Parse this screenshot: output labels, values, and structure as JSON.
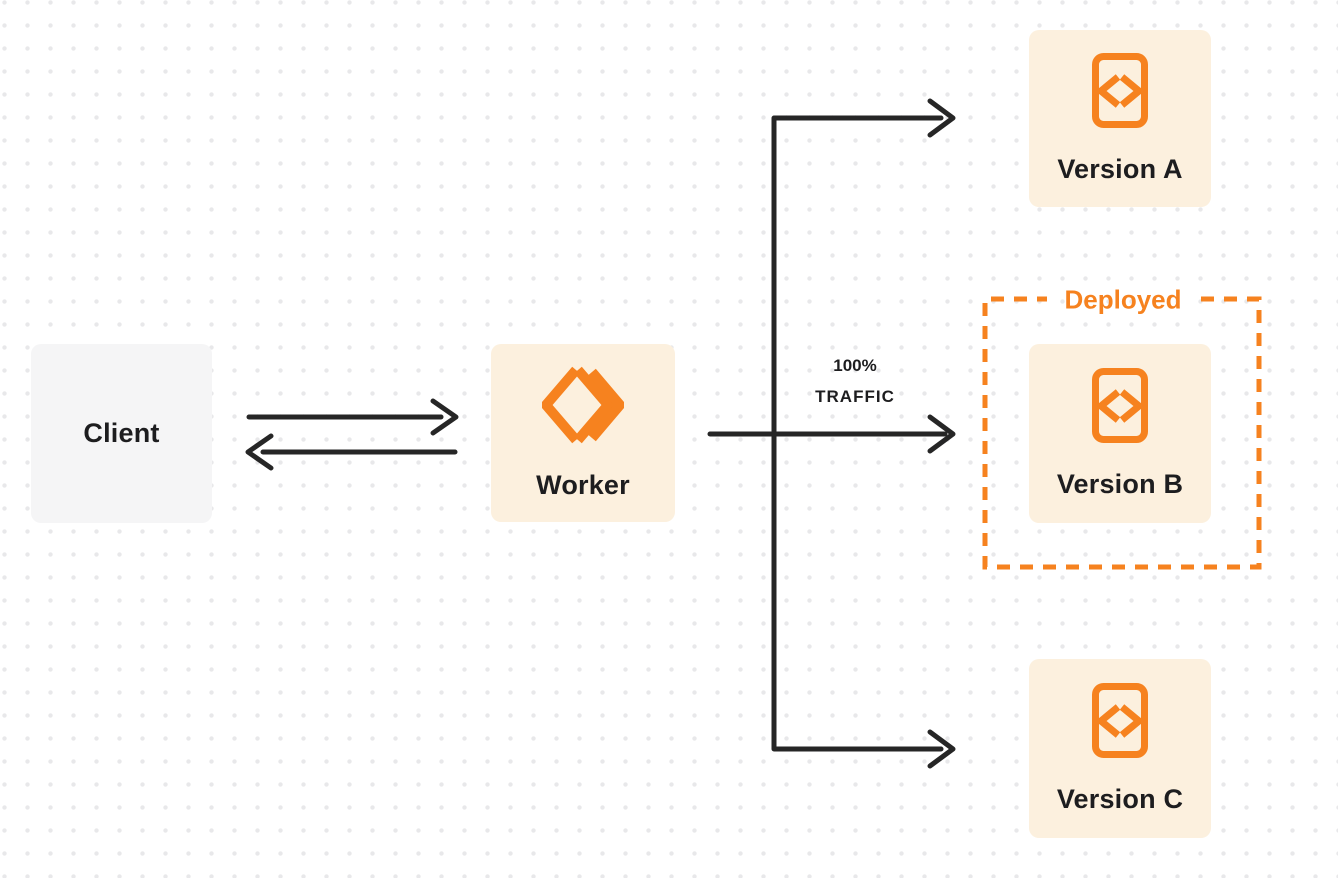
{
  "colors": {
    "accent_orange": "#f6821f",
    "node_cream": "#fcf0de",
    "node_gray": "#f5f5f6",
    "line": "#262626",
    "text_dark": "#1d1d1f",
    "background": "#ffffff",
    "dot": "#e8e8ea"
  },
  "nodes": {
    "client": {
      "label": "Client"
    },
    "worker": {
      "label": "Worker"
    },
    "version_a": {
      "label": "Version A"
    },
    "version_b": {
      "label": "Version B"
    },
    "version_c": {
      "label": "Version C"
    }
  },
  "annotations": {
    "deployed": {
      "label": "Deployed"
    },
    "traffic": {
      "percent": "100%",
      "word": "TRAFFIC"
    }
  },
  "icons": {
    "worker": "cloudflare-workers-logo",
    "version": "code-angle-brackets-document"
  }
}
